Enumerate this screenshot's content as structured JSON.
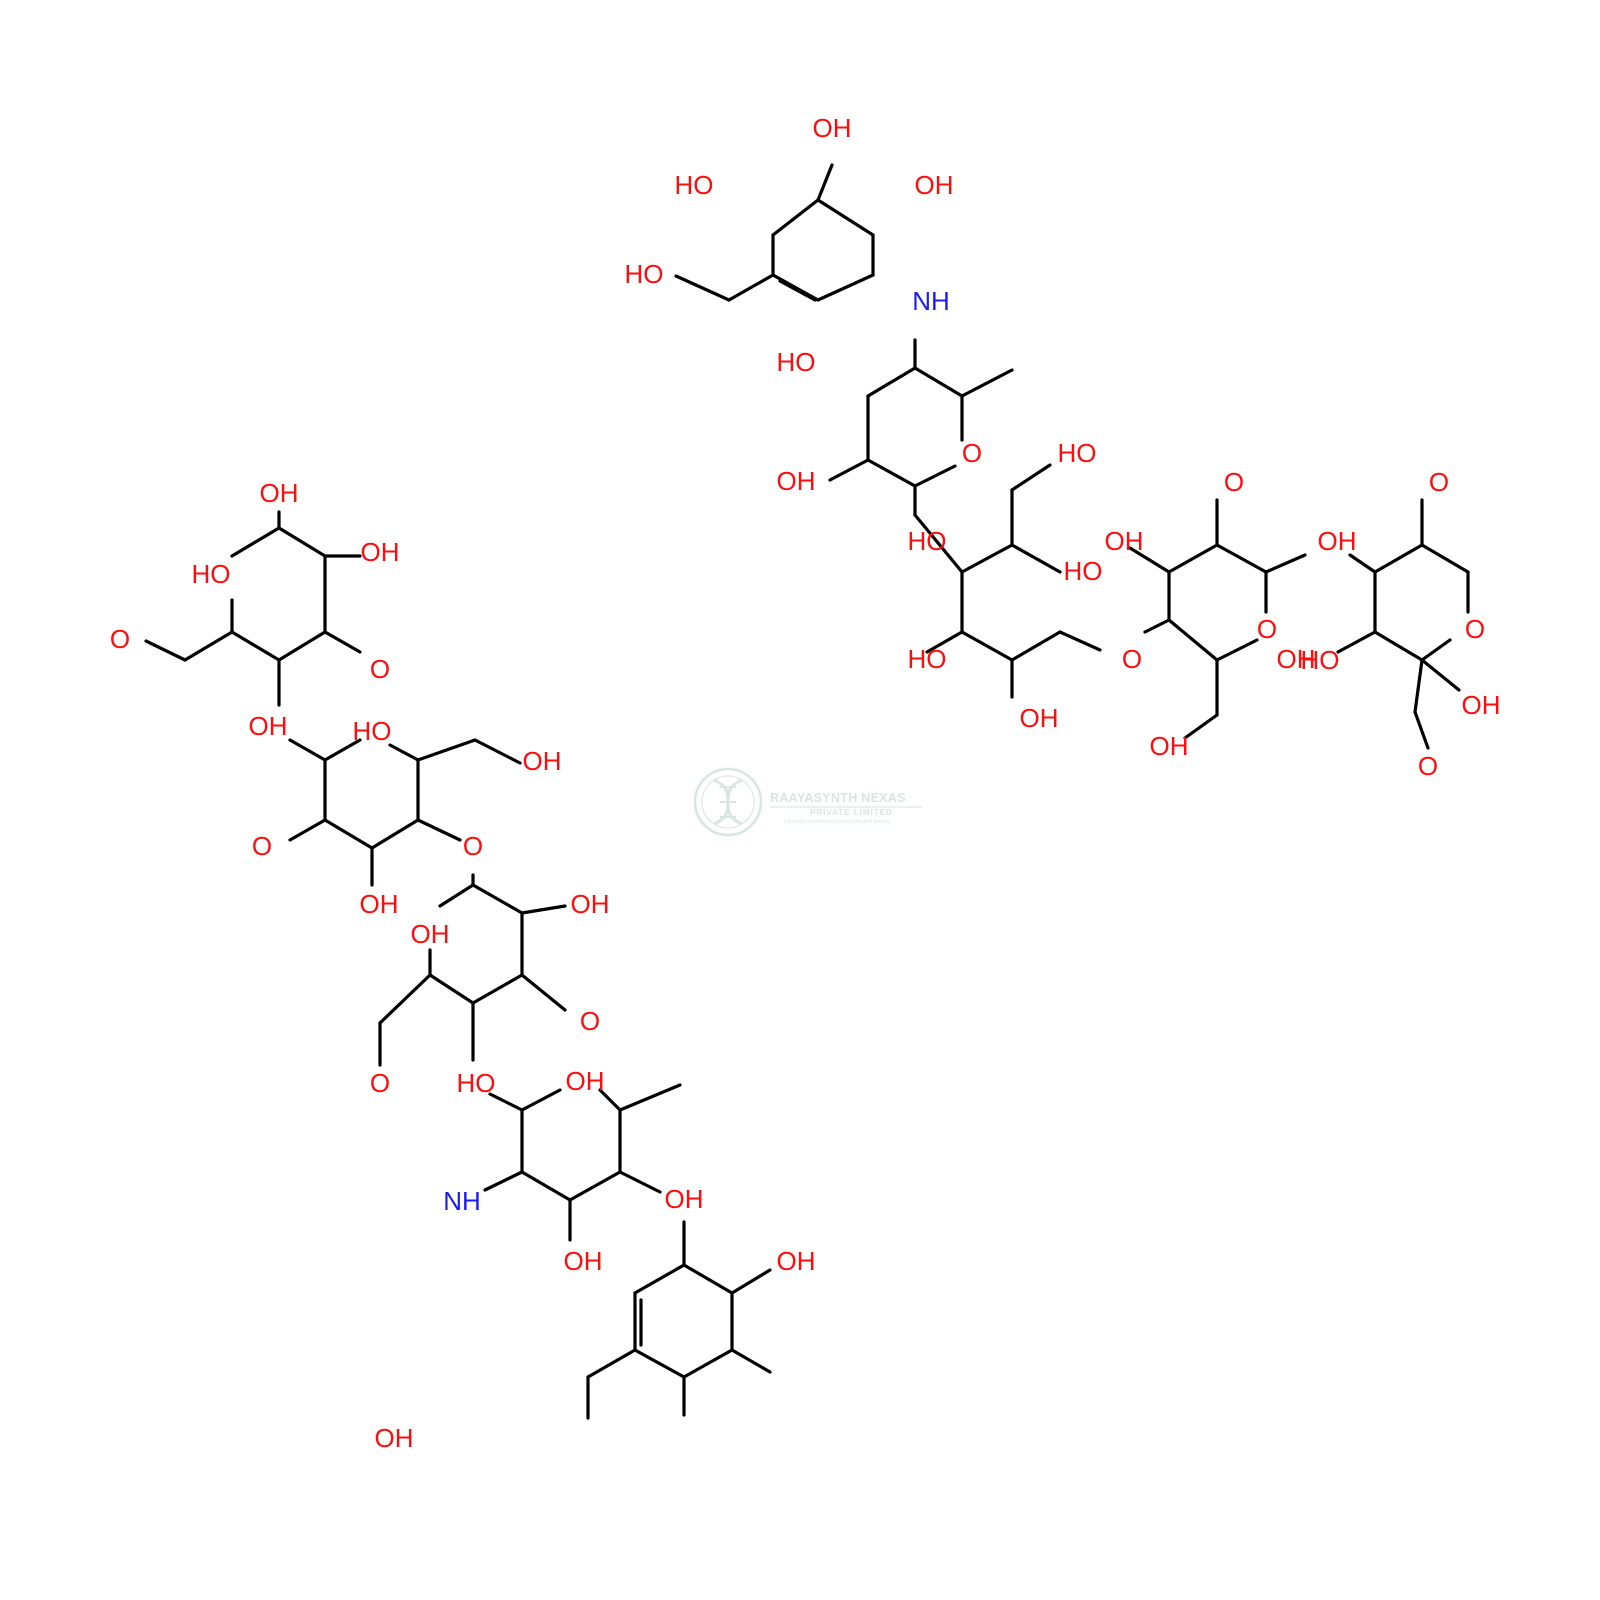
{
  "colors": {
    "bond": "#000000",
    "oxygen": "#ff0d0d",
    "nitrogen": "#1a1aff",
    "watermark": "#b7d3c4"
  },
  "watermark": {
    "logo_icon": "dna-helix-logo-icon",
    "company_name": "RAAYASYNTH NEXAS",
    "company_sub": "PRIVATE LIMITED",
    "tagline": "Complete solutions for every molecule's journey"
  },
  "molecule": {
    "name": "structure",
    "labels": [
      {
        "text": "OH",
        "kind": "O"
      },
      {
        "text": "HO",
        "kind": "O"
      },
      {
        "text": "OH",
        "kind": "O"
      },
      {
        "text": "HO",
        "kind": "O"
      },
      {
        "text": "NH",
        "kind": "N"
      },
      {
        "text": "HO",
        "kind": "O"
      },
      {
        "text": "O",
        "kind": "O"
      },
      {
        "text": "HO",
        "kind": "O"
      },
      {
        "text": "OH",
        "kind": "O"
      },
      {
        "text": "O",
        "kind": "O"
      },
      {
        "text": "O",
        "kind": "O"
      },
      {
        "text": "HO",
        "kind": "O"
      },
      {
        "text": "OH",
        "kind": "O"
      },
      {
        "text": "OH",
        "kind": "O"
      },
      {
        "text": "HO",
        "kind": "O"
      },
      {
        "text": "O",
        "kind": "O"
      },
      {
        "text": "O",
        "kind": "O"
      },
      {
        "text": "HO",
        "kind": "O"
      },
      {
        "text": "OH",
        "kind": "O"
      },
      {
        "text": "O",
        "kind": "O"
      },
      {
        "text": "HO",
        "kind": "O"
      },
      {
        "text": "OH",
        "kind": "O"
      },
      {
        "text": "OH",
        "kind": "O"
      },
      {
        "text": "OH",
        "kind": "O"
      },
      {
        "text": "O",
        "kind": "O"
      },
      {
        "text": "OH",
        "kind": "O"
      },
      {
        "text": "HO",
        "kind": "O"
      },
      {
        "text": "OH",
        "kind": "O"
      },
      {
        "text": "O",
        "kind": "O"
      },
      {
        "text": "O",
        "kind": "O"
      },
      {
        "text": "OH",
        "kind": "O"
      },
      {
        "text": "HO",
        "kind": "O"
      },
      {
        "text": "OH",
        "kind": "O"
      },
      {
        "text": "O",
        "kind": "O"
      },
      {
        "text": "O",
        "kind": "O"
      },
      {
        "text": "OH",
        "kind": "O"
      },
      {
        "text": "OH",
        "kind": "O"
      },
      {
        "text": "OH",
        "kind": "O"
      },
      {
        "text": "O",
        "kind": "O"
      },
      {
        "text": "O",
        "kind": "O"
      },
      {
        "text": "HO",
        "kind": "O"
      },
      {
        "text": "OH",
        "kind": "O"
      },
      {
        "text": "NH",
        "kind": "N"
      },
      {
        "text": "OH",
        "kind": "O"
      },
      {
        "text": "OH",
        "kind": "O"
      },
      {
        "text": "OH",
        "kind": "O"
      },
      {
        "text": "OH",
        "kind": "O"
      }
    ]
  }
}
